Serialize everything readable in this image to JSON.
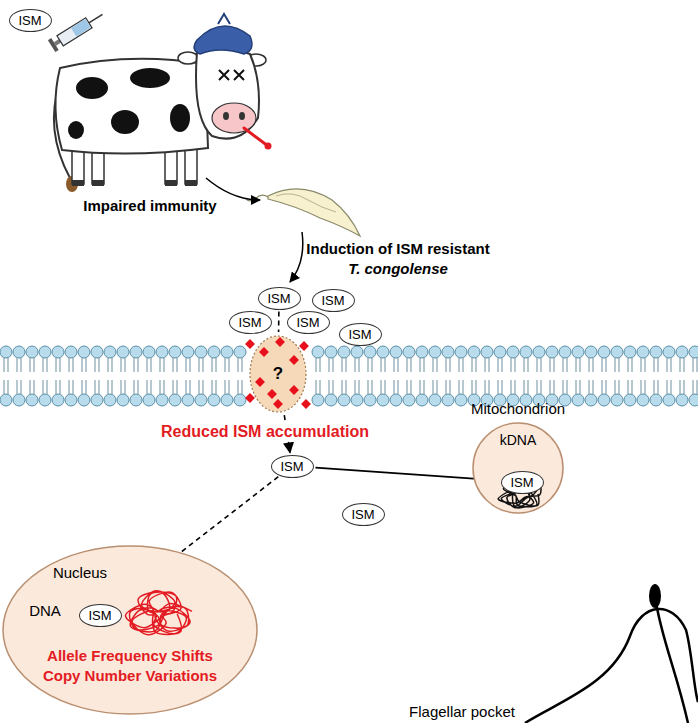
{
  "diagram": {
    "nodes": [
      {
        "text": [
          "ISM"
        ]
      },
      {
        "text": [
          "ISM"
        ]
      },
      {
        "text": [
          "ISM"
        ]
      },
      {
        "text": [
          "ISM"
        ]
      },
      {
        "text": [
          "ISM"
        ]
      },
      {
        "text": [
          "ISM"
        ]
      },
      {
        "text": [
          "?"
        ]
      },
      {
        "text": [
          "Mitochondrion",
          "kDNA"
        ]
      },
      {
        "text": [
          "ISM"
        ],
        "in": 7
      },
      {
        "text": [
          "ISM"
        ]
      },
      {
        "text": [
          "ISM"
        ]
      },
      {
        "text": [
          "Nucleus",
          "DNA",
          "Allele Frequency Shifts",
          "Copy Number Variations"
        ]
      },
      {
        "text": [
          "ISM"
        ],
        "in": 11
      }
    ],
    "edges": [
      {
        "from": 1,
        "to": 6,
        "arrow": "none"
      },
      {
        "from": 6,
        "to": 9,
        "arrow": "to"
      },
      {
        "from": 9,
        "to": 12,
        "arrow": "to"
      },
      {
        "from": 9,
        "to": 8,
        "arrow": "to"
      }
    ],
    "labels": [
      "Impaired immunity",
      "Induction of ISM resistant",
      "T. congolense",
      "Reduced ISM accumulation",
      "Flagellar pocket"
    ]
  }
}
